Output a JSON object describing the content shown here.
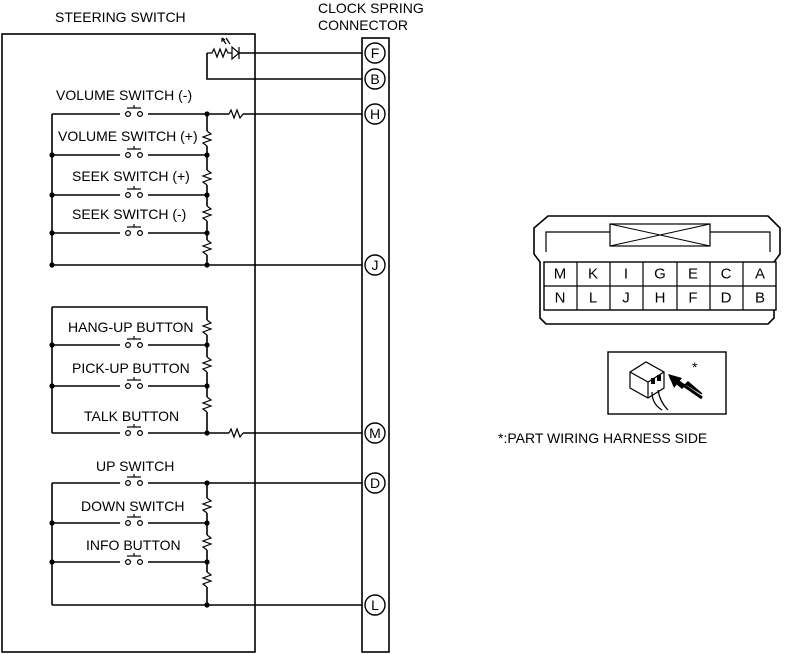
{
  "steering_switch": {
    "title": "STEERING SWITCH",
    "switches": [
      {
        "id": "volume-minus",
        "label": "VOLUME SWITCH (-)"
      },
      {
        "id": "volume-plus",
        "label": "VOLUME SWITCH (+)"
      },
      {
        "id": "seek-plus",
        "label": "SEEK SWITCH (+)"
      },
      {
        "id": "seek-minus",
        "label": "SEEK SWITCH (-)"
      },
      {
        "id": "hang-up",
        "label": "HANG-UP BUTTON"
      },
      {
        "id": "pick-up",
        "label": "PICK-UP BUTTON"
      },
      {
        "id": "talk",
        "label": "TALK BUTTON"
      },
      {
        "id": "up",
        "label": "UP SWITCH"
      },
      {
        "id": "down",
        "label": "DOWN SWITCH"
      },
      {
        "id": "info",
        "label": "INFO BUTTON"
      }
    ]
  },
  "clock_spring": {
    "title_line1": "CLOCK SPRING",
    "title_line2": "CONNECTOR",
    "pins": [
      "F",
      "B",
      "H",
      "J",
      "M",
      "D",
      "L"
    ]
  },
  "connector_face": {
    "row1": [
      "M",
      "K",
      "I",
      "G",
      "E",
      "C",
      "A"
    ],
    "row2": [
      "N",
      "L",
      "J",
      "H",
      "F",
      "D",
      "B"
    ]
  },
  "harness_note": {
    "star": "*",
    "caption": "*:PART WIRING HARNESS SIDE"
  }
}
